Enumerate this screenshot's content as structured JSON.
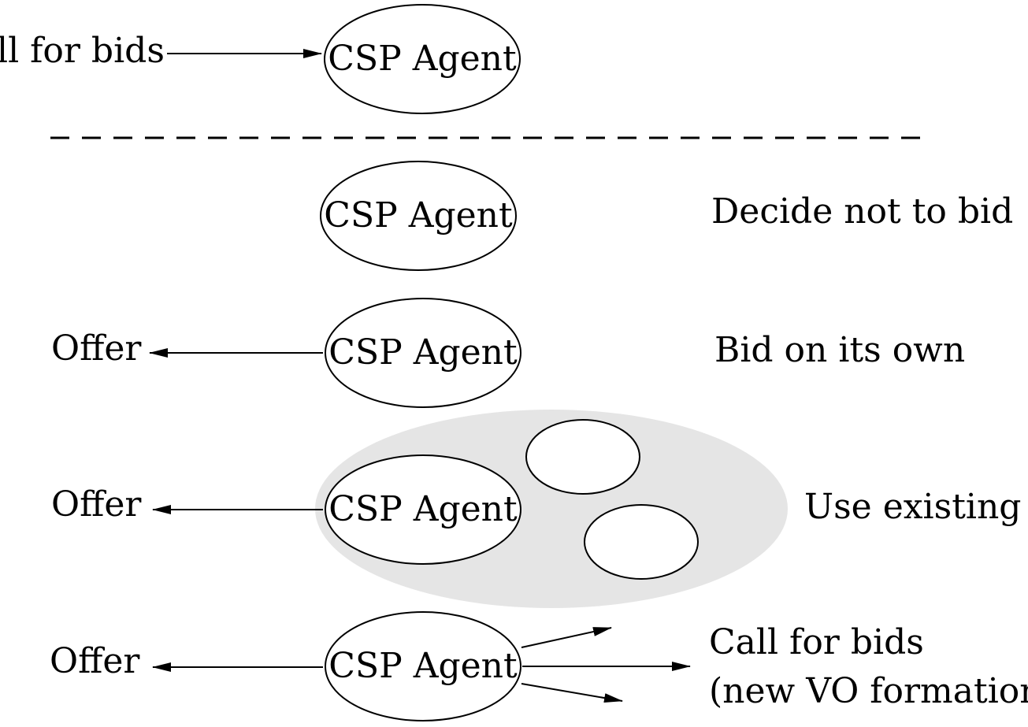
{
  "top": {
    "incoming_label": "ll for bids",
    "agent_label": "CSP Agent"
  },
  "scenarios": [
    {
      "agent_label": "CSP Agent",
      "right_label": "Decide not to bid"
    },
    {
      "left_label": "Offer",
      "agent_label": "CSP Agent",
      "right_label": "Bid on its own"
    },
    {
      "left_label": "Offer",
      "agent_label": "CSP Agent",
      "right_label": "Use existing V"
    },
    {
      "left_label": "Offer",
      "agent_label": "CSP Agent",
      "right_label_line1": "Call for bids",
      "right_label_line2": "(new VO formation)"
    }
  ],
  "colors": {
    "stroke": "#000000",
    "vo_fill": "#e5e5e5",
    "node_fill": "#ffffff"
  }
}
